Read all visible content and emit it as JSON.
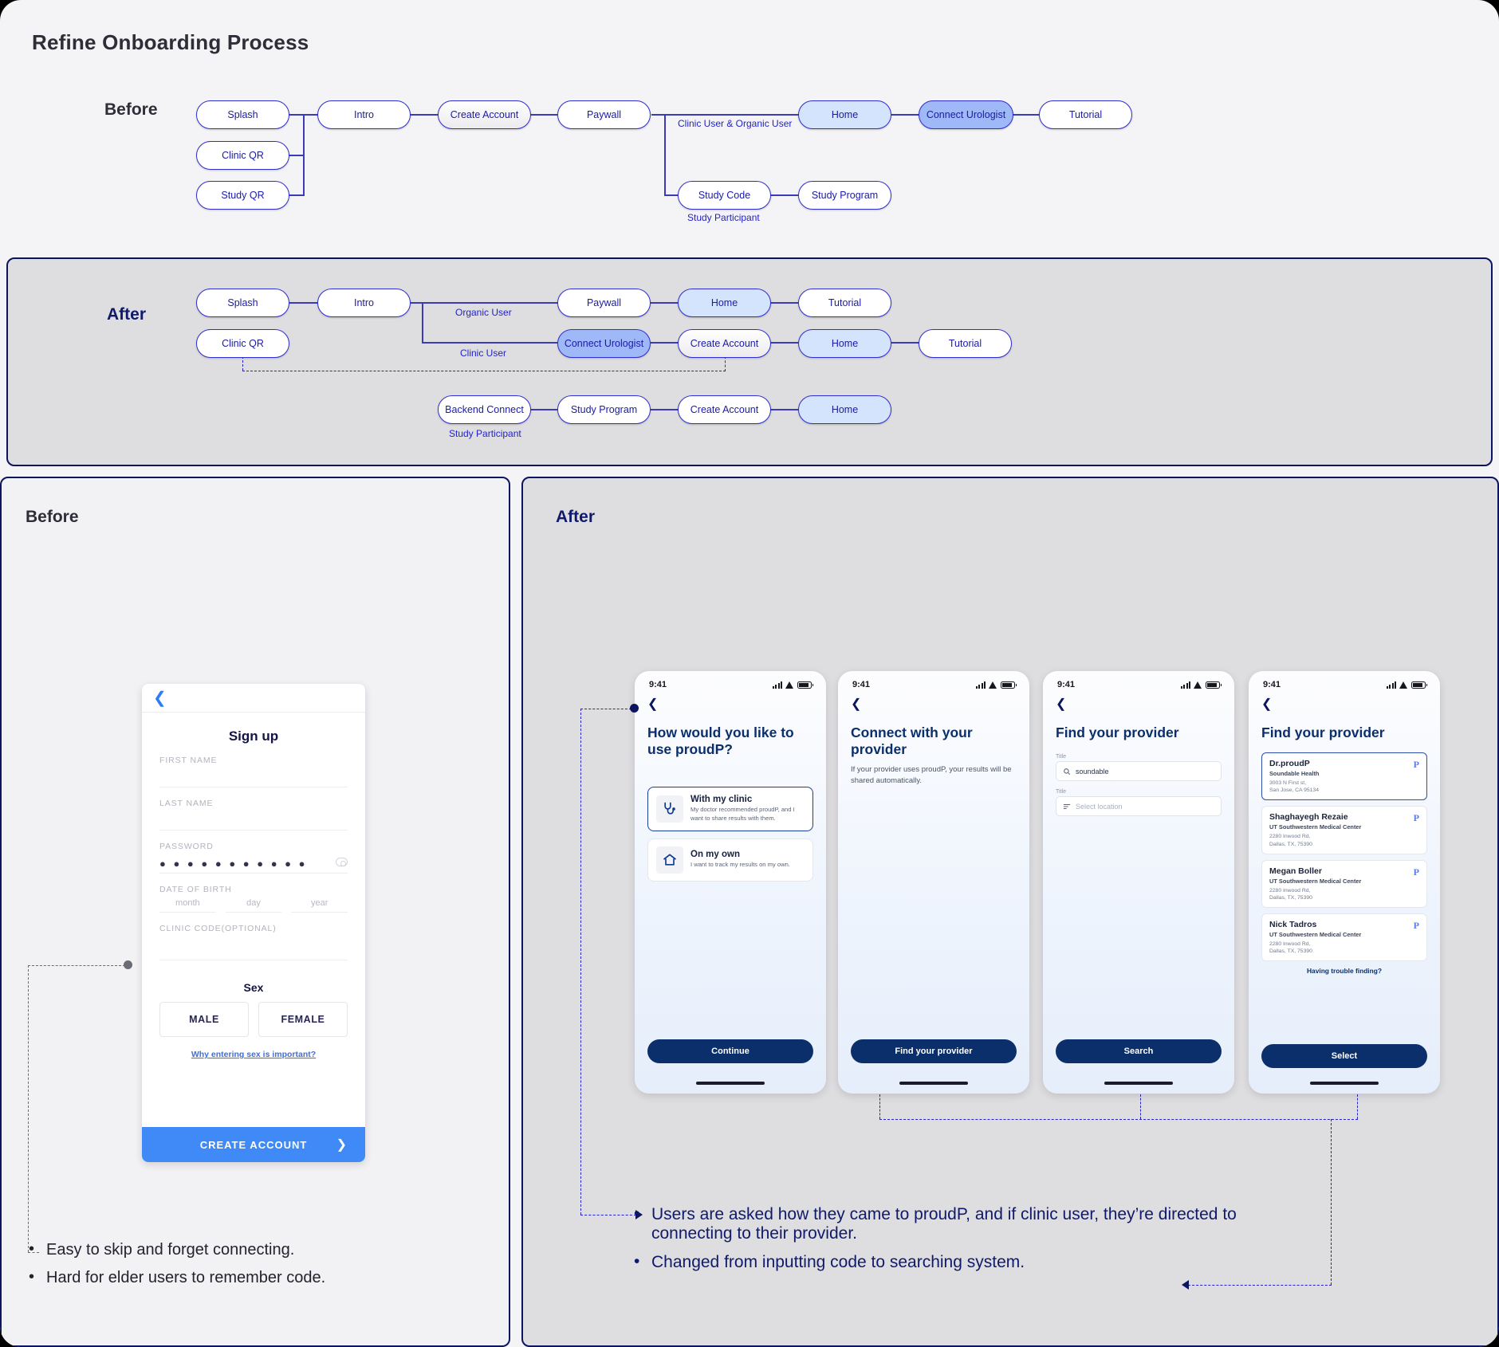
{
  "page": {
    "title": "Refine Onboarding Process"
  },
  "flow_before": {
    "label": "Before",
    "nodes": [
      {
        "id": "splash",
        "label": "Splash",
        "style": "white"
      },
      {
        "id": "clinic_qr",
        "label": "Clinic QR",
        "style": "white"
      },
      {
        "id": "study_qr",
        "label": "Study QR",
        "style": "white"
      },
      {
        "id": "intro",
        "label": "Intro",
        "style": "white"
      },
      {
        "id": "create_account",
        "label": "Create Account",
        "style": "grey"
      },
      {
        "id": "paywall",
        "label": "Paywall",
        "style": "white"
      },
      {
        "id": "home",
        "label": "Home",
        "style": "lblue"
      },
      {
        "id": "connect_urologist",
        "label": "Connect Urologist",
        "style": "mblue"
      },
      {
        "id": "tutorial",
        "label": "Tutorial",
        "style": "white"
      },
      {
        "id": "study_code",
        "label": "Study Code",
        "style": "white"
      },
      {
        "id": "study_program",
        "label": "Study Program",
        "style": "white"
      }
    ],
    "edge_labels": [
      {
        "id": "clinic_organic",
        "text": "Clinic User & Organic User"
      },
      {
        "id": "study_participant",
        "text": "Study Participant"
      }
    ]
  },
  "flow_after": {
    "label": "After",
    "nodes": [
      {
        "id": "splash",
        "label": "Splash",
        "style": "white"
      },
      {
        "id": "clinic_qr",
        "label": "Clinic QR",
        "style": "white"
      },
      {
        "id": "intro",
        "label": "Intro",
        "style": "white"
      },
      {
        "id": "paywall",
        "label": "Paywall",
        "style": "white"
      },
      {
        "id": "home1",
        "label": "Home",
        "style": "lblue"
      },
      {
        "id": "tutorial1",
        "label": "Tutorial",
        "style": "white"
      },
      {
        "id": "connect_urologist",
        "label": "Connect Urologist",
        "style": "mblue"
      },
      {
        "id": "create_account1",
        "label": "Create Account",
        "style": "grey"
      },
      {
        "id": "home2",
        "label": "Home",
        "style": "lblue"
      },
      {
        "id": "tutorial2",
        "label": "Tutorial",
        "style": "white"
      },
      {
        "id": "backend_connect",
        "label": "Backend Connect",
        "style": "white"
      },
      {
        "id": "study_program",
        "label": "Study Program",
        "style": "white"
      },
      {
        "id": "create_account2",
        "label": "Create Account",
        "style": "white"
      },
      {
        "id": "home3",
        "label": "Home",
        "style": "lblue"
      }
    ],
    "edge_labels": [
      {
        "id": "organic_user",
        "text": "Organic User"
      },
      {
        "id": "clinic_user",
        "text": "Clinic User"
      },
      {
        "id": "study_participant",
        "text": "Study Participant"
      }
    ]
  },
  "bottom_before": {
    "label": "Before",
    "phone": {
      "nav_back_icon": "chevron-left-icon",
      "title": "Sign up",
      "fields": [
        {
          "label": "FIRST NAME",
          "value": ""
        },
        {
          "label": "LAST NAME",
          "value": ""
        },
        {
          "label": "PASSWORD",
          "value": "● ● ● ● ● ● ● ● ● ● ●"
        }
      ],
      "dob_label": "DATE OF BIRTH",
      "dob_placeholders": [
        "month",
        "day",
        "year"
      ],
      "clinic_code_label": "CLINIC CODE(OPTIONAL)",
      "sex_title": "Sex",
      "sex_options": [
        "MALE",
        "FEMALE"
      ],
      "why_link": "Why entering sex is important?",
      "cta": "CREATE ACCOUNT"
    },
    "bullets": [
      "Easy to skip and forget connecting.",
      "Hard for elder users to remember code."
    ]
  },
  "bottom_after": {
    "label": "After",
    "bullets": [
      "Users are asked how they came to proudP, and if clinic user, they’re directed to connecting to their provider.",
      "Changed from inputting code to searching system."
    ],
    "phones": [
      {
        "id": "phone-choose-path",
        "status_time": "9:41",
        "title": "How would you like to use proudP?",
        "options": [
          {
            "icon": "stethoscope-icon",
            "title": "With my clinic",
            "desc": "My doctor recommended proudP, and I want to share results with them.",
            "selected": true
          },
          {
            "icon": "home-icon",
            "title": "On my own",
            "desc": "I want to track my results on my own.",
            "selected": false
          }
        ],
        "cta": "Continue"
      },
      {
        "id": "phone-connect-provider",
        "status_time": "9:41",
        "title": "Connect with your provider",
        "subtitle": "If your provider uses proudP, your results will be shared automatically.",
        "cta": "Find your provider"
      },
      {
        "id": "phone-find-provider-search",
        "status_time": "9:41",
        "title": "Find your provider",
        "fields": [
          {
            "label": "Title",
            "icon": "search-icon",
            "value": "soundable",
            "placeholder": ""
          },
          {
            "label": "Title",
            "icon": "filter-icon",
            "value": "",
            "placeholder": "Select location"
          }
        ],
        "cta": "Search"
      },
      {
        "id": "phone-find-provider-results",
        "status_time": "9:41",
        "title": "Find your provider",
        "providers": [
          {
            "name": "Dr.proudP",
            "org": "Soundable Health",
            "addr1": "3003 N First st,",
            "addr2": "San Jose, CA 95134",
            "selected": true
          },
          {
            "name": "Shaghayegh Rezaie",
            "org": "UT Southwestern Medical Center",
            "addr1": "2280 Inwood Rd,",
            "addr2": "Dallas, TX, 75390",
            "selected": false
          },
          {
            "name": "Megan Boller",
            "org": "UT Southwestern Medical Center",
            "addr1": "2280 Inwood Rd,",
            "addr2": "Dallas, TX, 75390",
            "selected": false
          },
          {
            "name": "Nick Tadros",
            "org": "UT Southwestern Medical Center",
            "addr1": "2280 Inwood Rd,",
            "addr2": "Dallas, TX, 75390",
            "selected": false
          }
        ],
        "trouble_text": "Having trouble finding?",
        "cta": "Select"
      }
    ]
  },
  "colors": {
    "node_border": "#2f2fd0",
    "node_text": "#1a1aa8",
    "light_blue_node": "#d4e4fd",
    "mid_blue_node": "#9fb8f7",
    "panel_border": "#0b1560",
    "accent_dark": "#0b2f6b",
    "cta_blue": "#3f8af6"
  }
}
